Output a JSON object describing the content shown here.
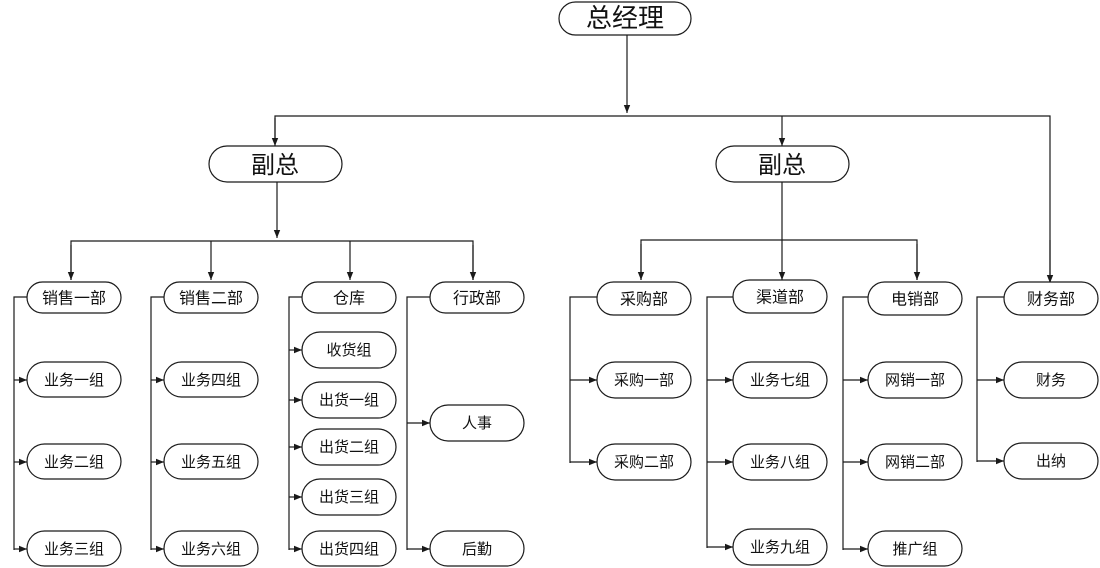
{
  "org": {
    "root": "总经理",
    "vp_left": "副总",
    "vp_right": "副总",
    "sales1": {
      "name": "销售一部",
      "groups": [
        "业务一组",
        "业务二组",
        "业务三组"
      ]
    },
    "sales2": {
      "name": "销售二部",
      "groups": [
        "业务四组",
        "业务五组",
        "业务六组"
      ]
    },
    "warehouse": {
      "name": "仓库",
      "groups": [
        "收货组",
        "出货一组",
        "出货二组",
        "出货三组",
        "出货四组"
      ]
    },
    "admin": {
      "name": "行政部",
      "groups": [
        "人事",
        "后勤"
      ]
    },
    "purchase": {
      "name": "采购部",
      "groups": [
        "采购一部",
        "采购二部"
      ]
    },
    "channel": {
      "name": "渠道部",
      "groups": [
        "业务七组",
        "业务八组",
        "业务九组"
      ]
    },
    "ecommerce": {
      "name": "电销部",
      "groups": [
        "网销一部",
        "网销二部",
        "推广组"
      ]
    },
    "finance": {
      "name": "财务部",
      "groups": [
        "财务",
        "出纳"
      ]
    }
  }
}
